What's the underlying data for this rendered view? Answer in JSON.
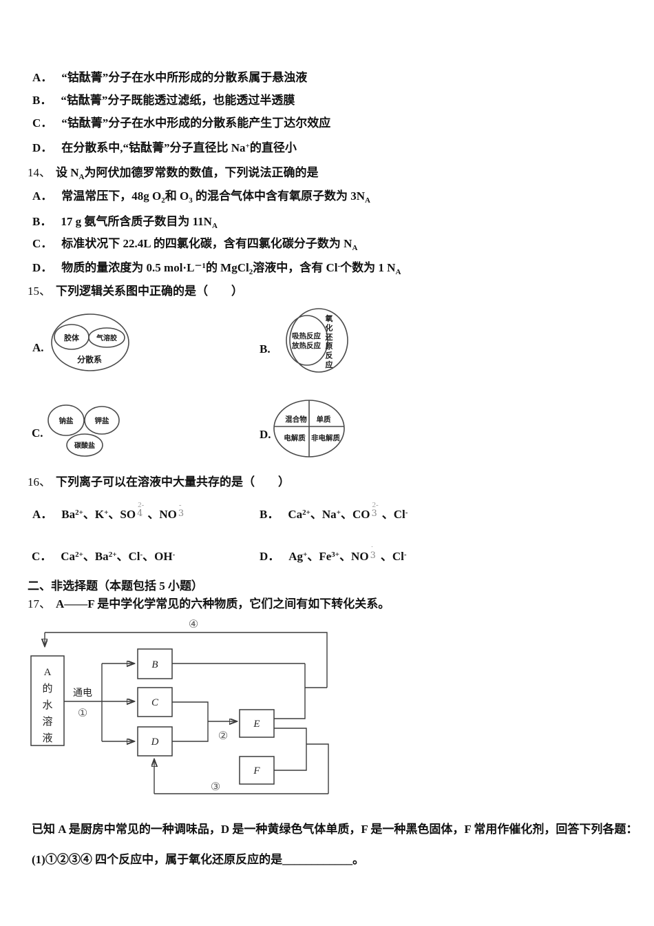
{
  "q13": {
    "options": [
      {
        "label": "A．",
        "rich": [
          {
            "t": "“钴酞菁”分子在水中所形成的分散系属于悬浊液"
          }
        ]
      },
      {
        "label": "B．",
        "rich": [
          {
            "t": "“钴酞菁”分子既能透过滤纸，也能透过半透膜"
          }
        ]
      },
      {
        "label": "C．",
        "rich": [
          {
            "t": "“钴酞菁”分子在水中形成的分散系能产生丁达尔效应"
          }
        ]
      },
      {
        "label": "D．",
        "rich": [
          {
            "t": "在分散系中,“钴酞菁”分子直径比 Na"
          },
          {
            "sup": "+"
          },
          {
            "t": "的直径小"
          }
        ]
      }
    ]
  },
  "q14": {
    "num": "14、",
    "title_rich": [
      {
        "t": "设 N"
      },
      {
        "sub": "A"
      },
      {
        "t": "为阿伏加德罗常数的数值，下列说法正确的是"
      }
    ],
    "options": [
      {
        "label": "A．",
        "rich": [
          {
            "t": "常温常压下，48g O"
          },
          {
            "sub": "2"
          },
          {
            "t": "和 O"
          },
          {
            "sub": "3"
          },
          {
            "t": " 的混合气体中含有氧原子数为 3N"
          },
          {
            "sub": "A"
          }
        ]
      },
      {
        "label": "B．",
        "rich": [
          {
            "t": "17 g 氨气所含质子数目为 11N"
          },
          {
            "sub": "A"
          }
        ]
      },
      {
        "label": "C．",
        "rich": [
          {
            "t": "标准状况下 22.4L 的四氯化碳，含有四氯化碳分子数为 N"
          },
          {
            "sub": "A"
          }
        ]
      },
      {
        "label": "D．",
        "rich": [
          {
            "t": "物质的量浓度为 0.5 mol·L"
          },
          {
            "sup": "－1"
          },
          {
            "t": "的 MgCl"
          },
          {
            "sub": "2"
          },
          {
            "t": "溶液中，含有 Cl"
          },
          {
            "sup": "-"
          },
          {
            "t": "个数为 1 N"
          },
          {
            "sub": "A"
          }
        ]
      }
    ]
  },
  "q15": {
    "num": "15、",
    "title": "下列逻辑关系图中正确的是（　　）",
    "a": {
      "letter": "A.",
      "set1": "胶体",
      "set2": "气溶胶",
      "outer": "分散系"
    },
    "b": {
      "letter": "B.",
      "inner1": "吸热反应",
      "inner2": "放热反应",
      "outer": "氧化还原反应"
    },
    "c": {
      "letter": "C.",
      "set1": "钠盐",
      "set2": "钾盐",
      "set3": "碳酸盐"
    },
    "d": {
      "letter": "D.",
      "q1": "混合物",
      "q2": "单质",
      "q3": "电解质",
      "q4": "非电解质"
    }
  },
  "q16": {
    "num": "16、",
    "title": "下列离子可以在溶液中大量共存的是（　　）",
    "options": [
      {
        "label": "A．",
        "rich": [
          {
            "t": "Ba"
          },
          {
            "sup": "2+"
          },
          {
            "t": "、K"
          },
          {
            "sup": "+"
          },
          {
            "t": "、SO"
          },
          {
            "gs": {
              "top": "2-",
              "num": "4"
            }
          },
          {
            "t": "、NO"
          },
          {
            "gs": {
              "top": "-",
              "num": "3"
            }
          }
        ]
      },
      {
        "label": "B．",
        "rich": [
          {
            "t": "Ca"
          },
          {
            "sup": "2+"
          },
          {
            "t": "、Na"
          },
          {
            "sup": "+"
          },
          {
            "t": "、CO"
          },
          {
            "gs": {
              "top": "2-",
              "num": "3"
            }
          },
          {
            "t": "、Cl"
          },
          {
            "sup": "-"
          }
        ]
      },
      {
        "label": "C．",
        "rich": [
          {
            "t": "Ca"
          },
          {
            "sup": "2+"
          },
          {
            "t": "、Ba"
          },
          {
            "sup": "2+"
          },
          {
            "t": "、Cl"
          },
          {
            "sup": "-"
          },
          {
            "t": "、OH"
          },
          {
            "sup": "-"
          }
        ]
      },
      {
        "label": "D．",
        "rich": [
          {
            "t": "Ag"
          },
          {
            "sup": "+"
          },
          {
            "t": "、Fe"
          },
          {
            "sup": "3+"
          },
          {
            "t": "、NO"
          },
          {
            "gs": {
              "top": "·",
              "num": "3"
            }
          },
          {
            "t": "、Cl"
          },
          {
            "sup": "-"
          }
        ]
      }
    ]
  },
  "section2": {
    "title": "二、非选择题（本题包括 5 小题）"
  },
  "q17": {
    "num": "17、",
    "title_rich": [
      {
        "t": "A——F 是中学化学常见的六种物质，它们之间有如下转化关系。"
      }
    ],
    "flow": {
      "box_a": "A的水溶液",
      "electrify": "通电",
      "b": "B",
      "c": "C",
      "d": "D",
      "e": "E",
      "f": "F",
      "step1": "①",
      "step2": "②",
      "step3": "③",
      "step4": "④"
    },
    "note": "已知 A 是厨房中常见的一种调味品，D 是一种黄绿色气体单质，F 是一种黑色固体，F 常用作催化剂，回答下列各题：",
    "sub1": "(1)①②③④ 四个反应中，属于氧化还原反应的是____________。"
  }
}
